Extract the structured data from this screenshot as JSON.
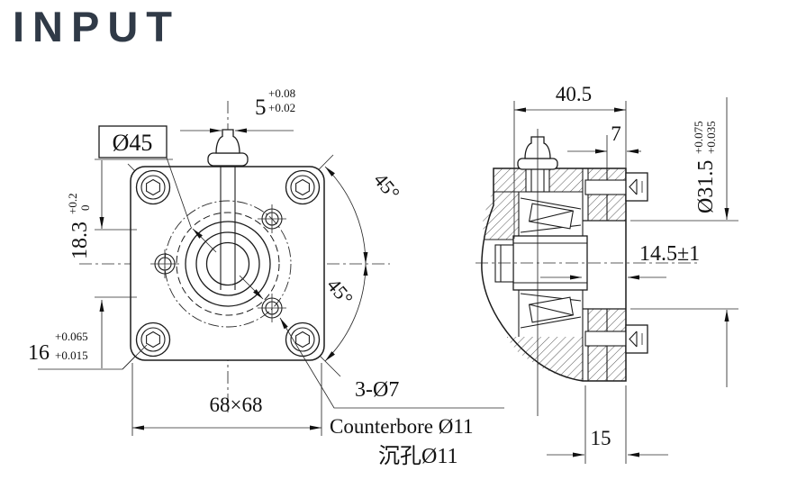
{
  "title": "INPUT",
  "colors": {
    "title_ink": "#303a47",
    "line_ink": "#1b1b1b",
    "background": "#ffffff"
  },
  "front_view": {
    "pilot_diameter": "Ø45",
    "tip_width": {
      "value": "5",
      "tol_upper": "+0.08",
      "tol_lower": "+0.02"
    },
    "key_height": {
      "value": "18.3",
      "tol_upper": "+0.2",
      "tol_lower": "0"
    },
    "key_width": {
      "value": "16",
      "tol_upper": "+0.065",
      "tol_lower": "+0.015"
    },
    "square_size": "68×68",
    "bolt_holes": "3-Ø7",
    "counterbore_en": "Counterbore Ø11",
    "counterbore_zh": "沉孔Ø11",
    "angle_upper": "45°",
    "angle_lower": "45°"
  },
  "section_view": {
    "overall_width": "40.5",
    "plate_thickness": "7",
    "bearing_bore": {
      "value": "Ø31.5",
      "tol_upper": "+0.075",
      "tol_lower": "+0.035"
    },
    "hub_depth": "14.5±1",
    "plate_offset": "15"
  }
}
